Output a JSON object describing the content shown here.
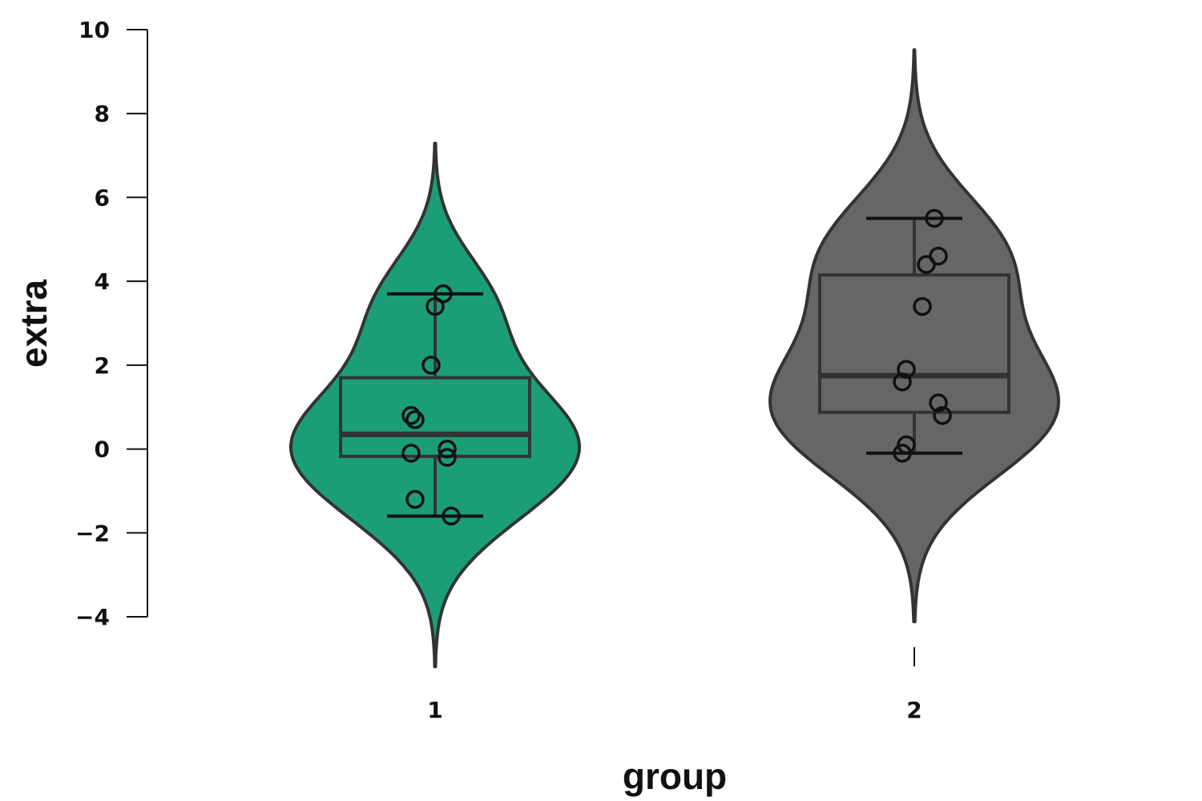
{
  "chart_data": {
    "type": "violin",
    "xlabel": "group",
    "ylabel": "extra",
    "categories": [
      "1",
      "2"
    ],
    "ylim": [
      -4,
      10
    ],
    "yticks": [
      -4,
      -2,
      0,
      2,
      4,
      6,
      8,
      10
    ],
    "ytick_labels": [
      "−4",
      "−2",
      "0",
      "2",
      "4",
      "6",
      "8",
      "10"
    ],
    "grid": false,
    "series": [
      {
        "color": "#1b9e77",
        "points": [
          0.7,
          -1.6,
          -0.2,
          -1.2,
          -0.1,
          3.4,
          3.7,
          0.8,
          0.0,
          2.0
        ],
        "box": {
          "q1": -0.175,
          "median": 0.35,
          "q3": 1.7,
          "whisker_low": -1.6,
          "whisker_high": 3.7
        }
      },
      {
        "color": "#666666",
        "points": [
          1.9,
          0.8,
          1.1,
          0.1,
          -0.1,
          4.4,
          5.5,
          1.6,
          4.6,
          3.4
        ],
        "box": {
          "q1": 0.875,
          "median": 1.75,
          "q3": 4.15,
          "whisker_low": -0.1,
          "whisker_high": 5.5
        }
      }
    ]
  }
}
